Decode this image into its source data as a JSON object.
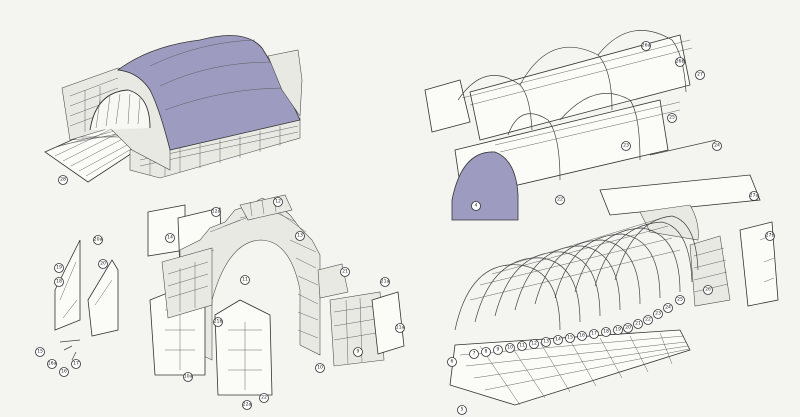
{
  "figure": {
    "views": [
      {
        "name": "assembled-vault",
        "callouts": [
          "28"
        ]
      },
      {
        "name": "exploded-front-wall",
        "callouts": [
          "20a",
          "20",
          "19",
          "18",
          "15",
          "16a",
          "16",
          "17",
          "12",
          "12a",
          "13",
          "14",
          "11",
          "21",
          "21a",
          "21b",
          "22a",
          "22",
          "10a",
          "10",
          "9",
          "11a"
        ]
      },
      {
        "name": "exploded-vault-top",
        "callouts": [
          "27",
          "26b",
          "26a",
          "25",
          "24",
          "23",
          "22",
          "4"
        ]
      },
      {
        "name": "exploded-vault-bottom",
        "callouts": [
          "27a",
          "27b",
          "26",
          "25",
          "24",
          "23",
          "22",
          "21",
          "20",
          "19",
          "18",
          "17",
          "16",
          "15",
          "14",
          "13",
          "12",
          "11",
          "10",
          "9",
          "8",
          "7",
          "6",
          "5"
        ]
      }
    ]
  }
}
